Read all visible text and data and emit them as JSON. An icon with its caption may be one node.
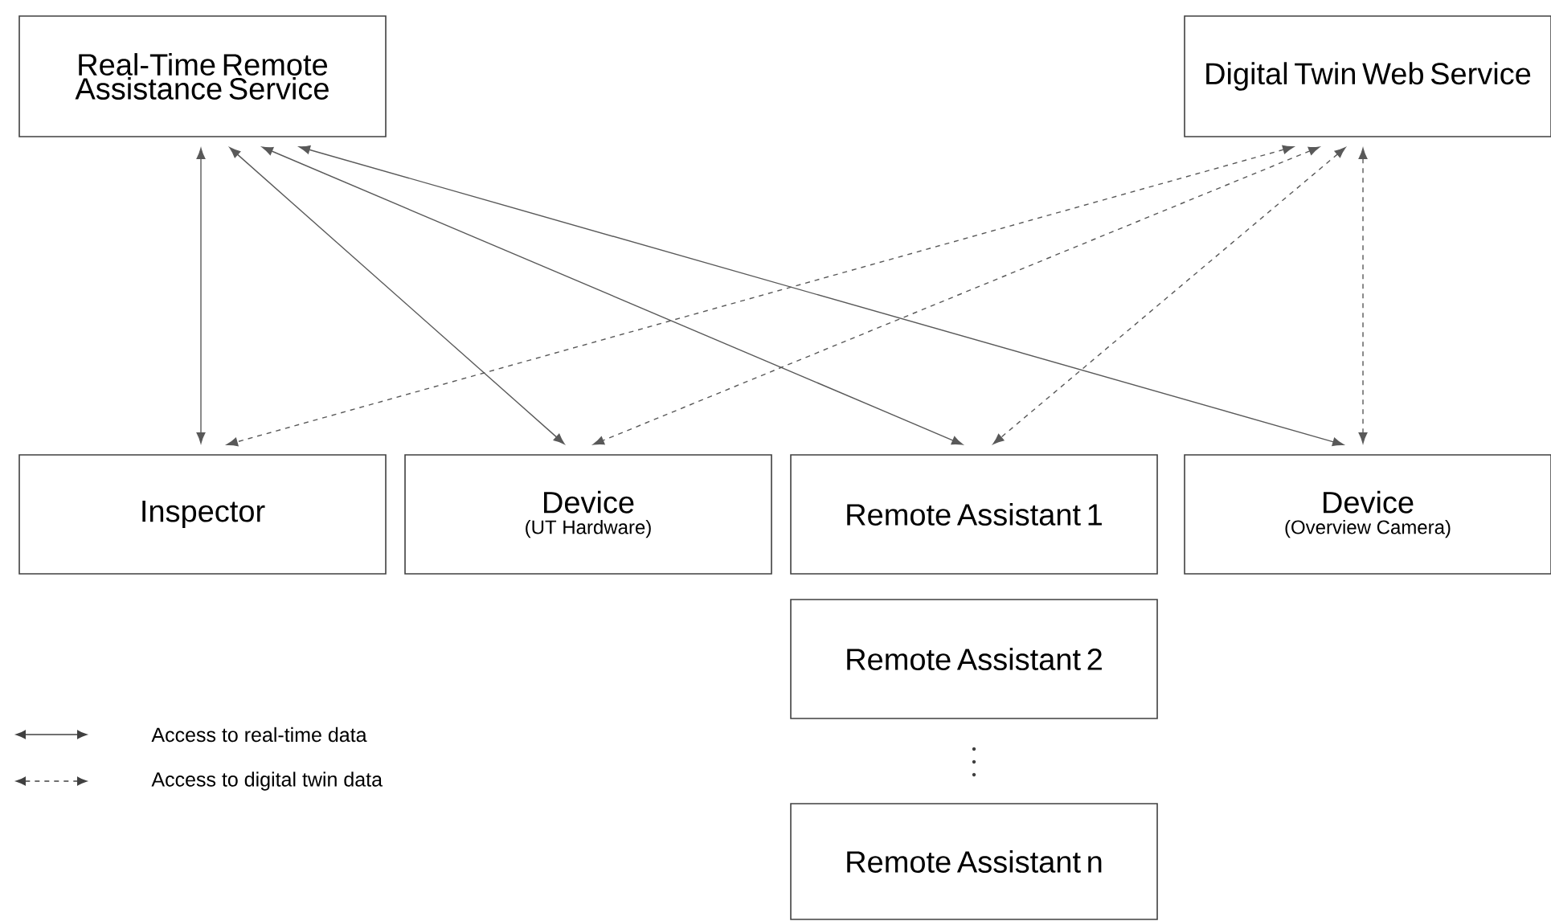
{
  "diagram": {
    "nodes": [
      {
        "text": [
          "Real-Time Remote Assistance Service"
        ]
      },
      {
        "text": [
          "Digital Twin Web Service"
        ]
      },
      {
        "text": [
          "Inspector"
        ]
      },
      {
        "text": [
          "Device",
          "(UT Hardware)"
        ]
      },
      {
        "text": [
          "Remote Assistant 1"
        ]
      },
      {
        "text": [
          "Device",
          "(Overview Camera)"
        ]
      },
      {
        "text": [
          "Remote Assistant 2"
        ]
      },
      {
        "text": [
          "Remote Assistant n"
        ]
      }
    ],
    "edges": [
      {
        "from": 0,
        "to": 2,
        "arrow": "both"
      },
      {
        "from": 0,
        "to": 3,
        "arrow": "both"
      },
      {
        "from": 0,
        "to": 4,
        "arrow": "both"
      },
      {
        "from": 0,
        "to": 5,
        "arrow": "both"
      },
      {
        "from": 1,
        "to": 2,
        "arrow": "both",
        "style": "dashed"
      },
      {
        "from": 1,
        "to": 3,
        "arrow": "both",
        "style": "dashed"
      },
      {
        "from": 1,
        "to": 4,
        "arrow": "both",
        "style": "dashed"
      },
      {
        "from": 1,
        "to": 5,
        "arrow": "both",
        "style": "dashed"
      }
    ],
    "legend": [
      {
        "text": "Access to real-time data"
      },
      {
        "text": "Access to digital twin data"
      }
    ]
  }
}
